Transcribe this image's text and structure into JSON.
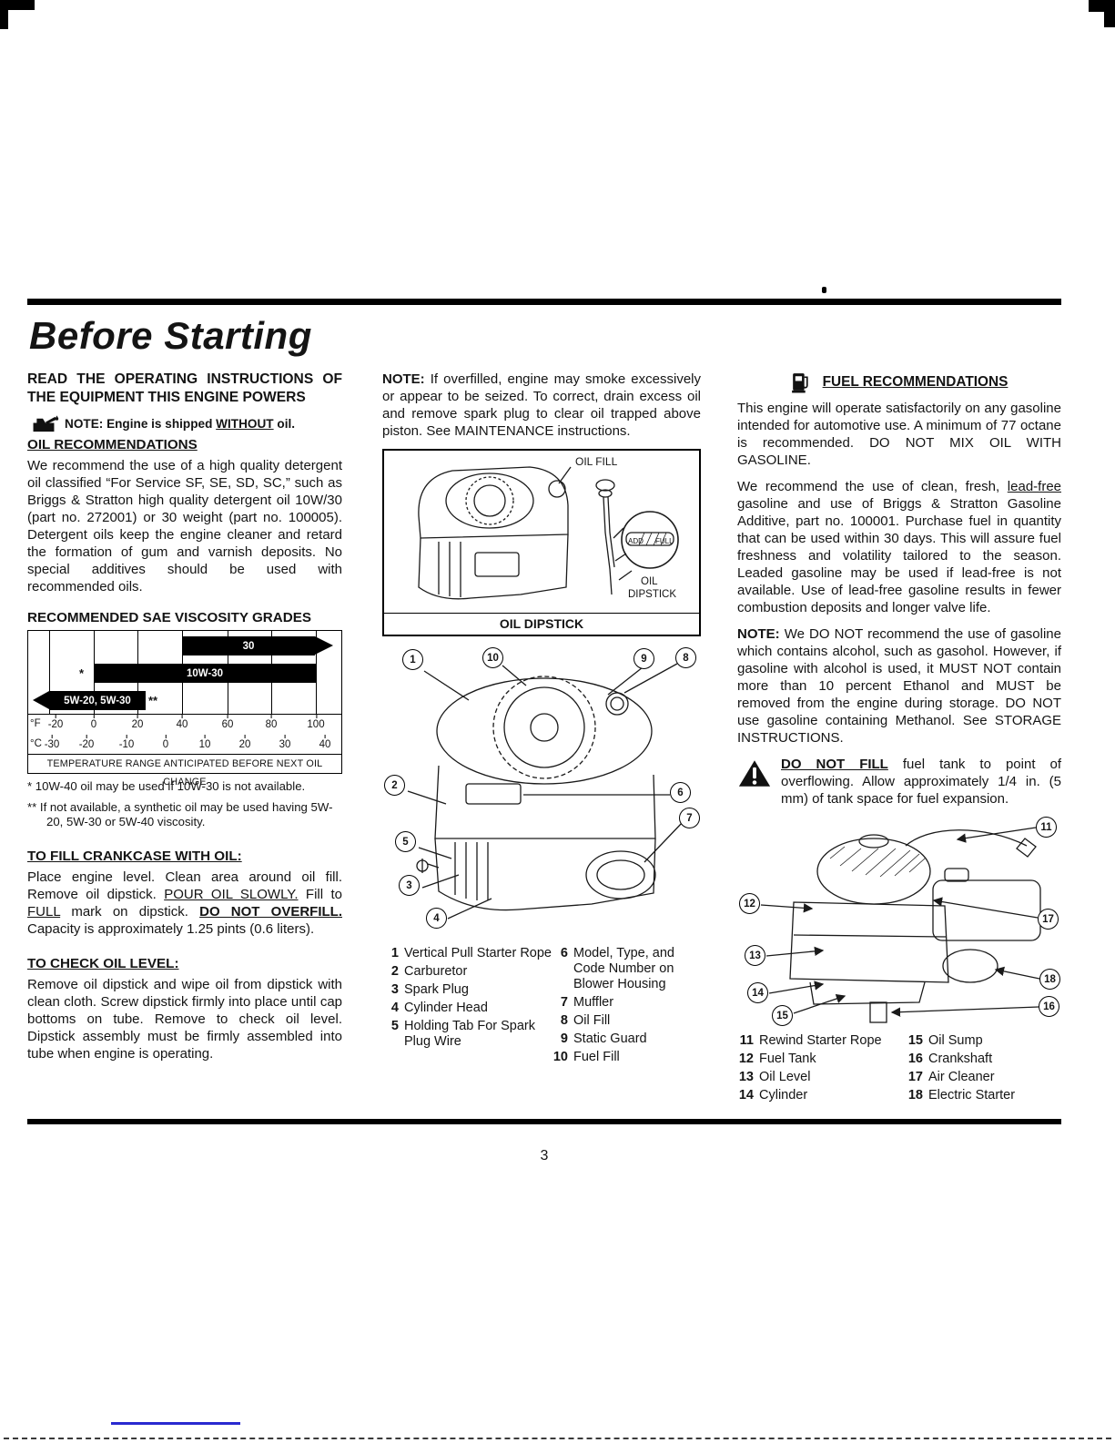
{
  "page": {
    "title": "Before Starting",
    "number": "3"
  },
  "icons": {
    "oil_can": "oil-can-icon",
    "fuel_pump": "fuel-pump-icon",
    "warning": "warning-triangle-icon"
  },
  "left": {
    "read_heading": "READ THE OPERATING INSTRUCTIONS OF THE EQUIPMENT THIS ENGINE POWERS",
    "shipped_note": {
      "prefix": "NOTE: Engine is shipped ",
      "emphasis": "WITHOUT",
      "suffix": " oil."
    },
    "oil_recommendations": {
      "heading": "OIL RECOMMENDATIONS",
      "body": "We recommend the use of a high quality detergent oil classified “For Service SF, SE, SD, SC,” such as Briggs & Stratton high quality detergent oil 10W/30 (part no. 272001) or 30 weight (part no. 100005). Detergent oils keep the engine cleaner and retard the formation of gum and varnish deposits. No special additives should be used with recommended oils."
    },
    "viscosity": {
      "heading": "RECOMMENDED SAE VISCOSITY GRADES",
      "chart_data": {
        "type": "bar",
        "title": "RECOMMENDED SAE VISCOSITY GRADES",
        "bars": [
          {
            "label": "30",
            "range_f": [
              40,
              100
            ],
            "arrow": "right"
          },
          {
            "label": "10W-30",
            "range_f": [
              0,
              100
            ],
            "footnote_mark": "*"
          },
          {
            "label": "5W-20, 5W-30",
            "range_f": [
              -20,
              32
            ],
            "arrow": "left",
            "footnote_mark": "**"
          }
        ],
        "footnote_marks": [
          "*",
          "**"
        ],
        "axis_f": {
          "label": "°F",
          "ticks": [
            "-20",
            "0",
            "20",
            "40",
            "60",
            "80",
            "100"
          ]
        },
        "axis_c": {
          "label": "°C",
          "ticks": [
            "-30",
            "-20",
            "-10",
            "0",
            "10",
            "20",
            "30",
            "40"
          ]
        },
        "caption": "TEMPERATURE RANGE ANTICIPATED BEFORE NEXT OIL CHANGE"
      },
      "footnote1": "* 10W-40 oil may be used if 10W-30 is not available.",
      "footnote2": "** If not available, a synthetic oil may be used having 5W-20, 5W-30 or 5W-40 viscosity."
    },
    "fill_crankcase": {
      "heading": "TO FILL CRANKCASE WITH OIL:",
      "segments": [
        {
          "text": "Place engine level. Clean area around oil fill. Remove oil dipstick. "
        },
        {
          "text": "POUR OIL SLOWLY."
        },
        {
          "text": " Fill to "
        },
        {
          "text": "FULL"
        },
        {
          "text": " mark on dipstick. "
        },
        {
          "text": "DO NOT OVERFILL."
        },
        {
          "text": " Capacity is approximately 1.25 pints (0.6 liters)."
        }
      ]
    },
    "check_oil": {
      "heading": "TO CHECK OIL LEVEL:",
      "body": "Remove oil dipstick and wipe oil from dipstick with clean cloth. Screw dipstick firmly into place until cap bottoms on tube. Remove to check oil level. Dipstick assembly must be firmly assembled into tube when engine is operating."
    }
  },
  "middle": {
    "note": {
      "label": "NOTE:",
      "body": " If overfilled, engine may smoke excessively or appear to be seized. To correct, drain excess oil and remove spark plug to clear oil trapped above piston. See MAINTENANCE instructions."
    },
    "figure_oil": {
      "oil_fill_label": "OIL FILL",
      "dipstick_add": "ADD",
      "dipstick_full": "FULL",
      "dipstick_label_line1": "OIL",
      "dipstick_label_line2": "DIPSTICK",
      "caption": "OIL DIPSTICK"
    },
    "legend": [
      {
        "num": "1",
        "label": "Vertical Pull Starter Rope"
      },
      {
        "num": "2",
        "label": "Carburetor"
      },
      {
        "num": "3",
        "label": "Spark Plug"
      },
      {
        "num": "4",
        "label": "Cylinder Head"
      },
      {
        "num": "5",
        "label": "Holding Tab For Spark Plug Wire"
      },
      {
        "num": "6",
        "label": "Model, Type, and Code Number on Blower Housing"
      },
      {
        "num": "7",
        "label": "Muffler"
      },
      {
        "num": "8",
        "label": "Oil Fill"
      },
      {
        "num": "9",
        "label": "Static Guard"
      },
      {
        "num": "10",
        "label": "Fuel Fill"
      }
    ]
  },
  "right": {
    "heading": "FUEL RECOMMENDATIONS",
    "para1": "This engine will operate satisfactorily on any gasoline intended for automotive use. A minimum of 77 octane is recommended. DO NOT MIX OIL WITH GASOLINE.",
    "para2": {
      "seg1": "We recommend the use of clean, fresh, ",
      "seg2": "lead-free",
      "seg3": " gasoline and use of Briggs & Stratton Gasoline Additive, part no. 100001. Purchase fuel in quantity that can be used within 30 days. This will assure fuel freshness and volatility tailored to the season. Leaded gasoline may be used if lead-free is not available. Use of lead-free gasoline results in fewer combustion deposits and longer valve life."
    },
    "note": {
      "label": "NOTE:",
      "body": " We DO NOT recommend the use of gasoline which contains alcohol, such as gasohol. However, if gasoline with alcohol is used, it MUST NOT contain more than 10 percent Ethanol and MUST be removed from the engine during storage. DO NOT use gasoline containing Methanol. See STORAGE INSTRUCTIONS."
    },
    "warning": {
      "emphasis": "DO NOT FILL",
      "body": " fuel tank to point of overflowing. Allow approximately 1/4 in. (5 mm) of tank space for fuel expansion."
    },
    "legend": [
      {
        "num": "11",
        "label": "Rewind Starter Rope"
      },
      {
        "num": "12",
        "label": "Fuel Tank"
      },
      {
        "num": "13",
        "label": "Oil Level"
      },
      {
        "num": "14",
        "label": "Cylinder"
      },
      {
        "num": "15",
        "label": "Oil Sump"
      },
      {
        "num": "16",
        "label": "Crankshaft"
      },
      {
        "num": "17",
        "label": "Air Cleaner"
      },
      {
        "num": "18",
        "label": "Electric Starter"
      }
    ]
  }
}
